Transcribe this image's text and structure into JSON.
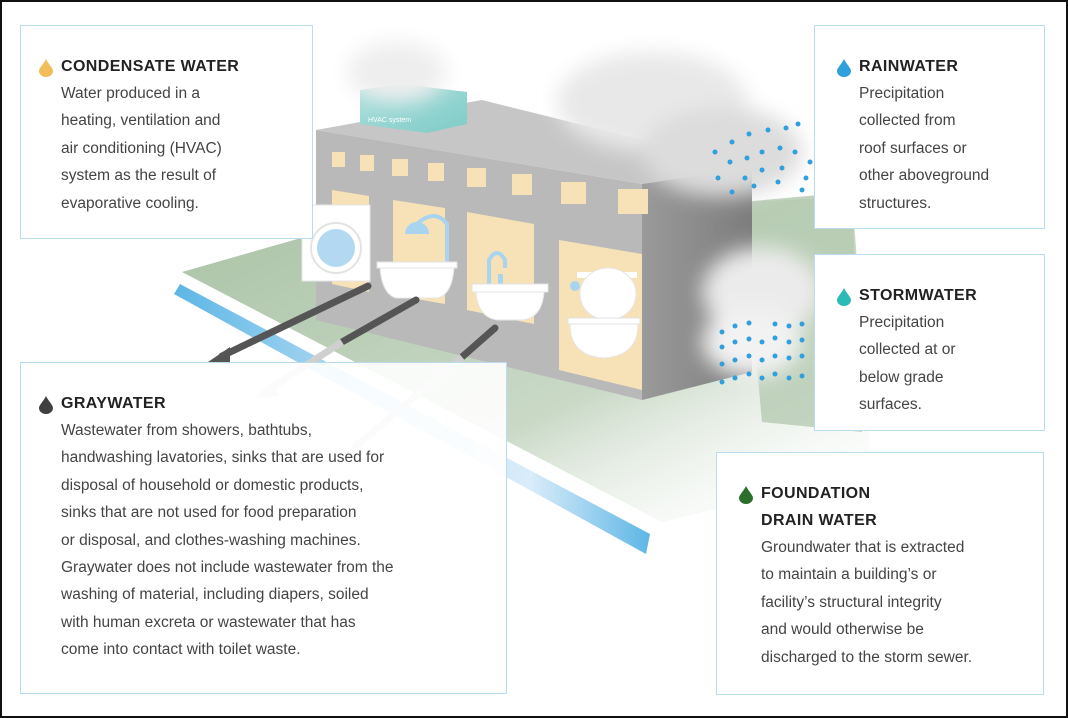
{
  "colors": {
    "card_border": "#b9dcef",
    "condensate": "#f0bd5a",
    "rainwater": "#2fa0dc",
    "stormwater": "#2bbab8",
    "graywater": "#3f3f3f",
    "foundation": "#2c6e2c",
    "building": "#b9b9b9",
    "window": "#f7e2b7",
    "ground": "#b2c8ae",
    "pipe": "#5db6e6"
  },
  "illustration": {
    "hvac_label": "HVAC system"
  },
  "cards": {
    "condensate": {
      "title": "CONDENSATE WATER",
      "lines": [
        "Water produced in a",
        "heating, ventilation and",
        "air conditioning (HVAC)",
        "system as the result of",
        "evaporative cooling."
      ]
    },
    "rainwater": {
      "title": "RAINWATER",
      "lines": [
        "Precipitation",
        "collected from",
        "roof surfaces or",
        "other aboveground",
        "structures."
      ]
    },
    "stormwater": {
      "title": "STORMWATER",
      "lines": [
        "Precipitation",
        "collected at or",
        "below grade",
        "surfaces."
      ]
    },
    "graywater": {
      "title": "GRAYWATER",
      "lines": [
        "Wastewater from showers, bathtubs,",
        "handwashing lavatories, sinks that are used for",
        "disposal of household or domestic products,",
        "sinks that are not used for food preparation",
        "or disposal, and clothes-washing machines.",
        "Graywater does not include wastewater from the",
        "washing of material, including diapers, soiled",
        "with human excreta or wastewater that has",
        "come into contact with toilet waste."
      ]
    },
    "foundation": {
      "title_lines": [
        "FOUNDATION",
        "DRAIN WATER"
      ],
      "lines": [
        "Groundwater that is extracted",
        "to maintain a building’s or",
        "facility’s structural integrity",
        "and would otherwise be",
        "discharged to the storm sewer."
      ]
    }
  }
}
